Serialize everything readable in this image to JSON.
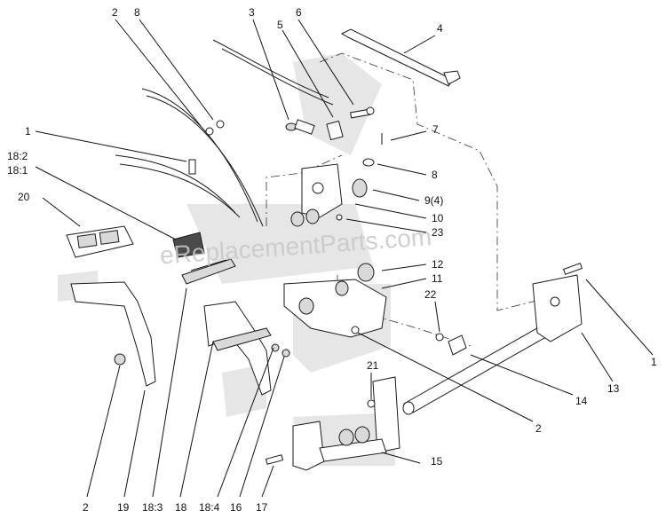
{
  "watermark": "eReplacementParts.com",
  "callouts": {
    "c1a": "1",
    "c1b": "1",
    "c2a": "2",
    "c2b": "2",
    "c2c": "2",
    "c3": "3",
    "c4": "4",
    "c5": "5",
    "c6": "6",
    "c7": "7",
    "c8a": "8",
    "c8b": "8",
    "c9": "9(4)",
    "c10": "10",
    "c11": "11",
    "c12": "12",
    "c13": "13",
    "c14": "14",
    "c15": "15",
    "c16": "16",
    "c17": "17",
    "c18": "18",
    "c183": "18:3",
    "c184": "18:4",
    "c182": "18:2",
    "c181": "18:1",
    "c19": "19",
    "c20": "20",
    "c21": "21",
    "c22": "22",
    "c23": "23"
  }
}
